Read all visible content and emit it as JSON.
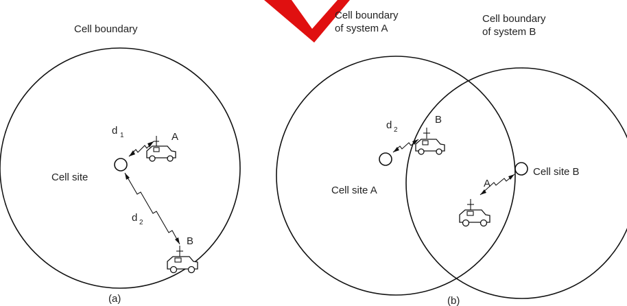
{
  "panel_a": {
    "boundary_label": "Cell boundary",
    "cell_site_label": "Cell site",
    "d1": "d",
    "d1_sub": "1",
    "d2": "d",
    "d2_sub": "2",
    "vehicle_a": "A",
    "vehicle_b": "B",
    "caption": "(a)"
  },
  "panel_b": {
    "boundary_a_line1": "Cell boundary",
    "boundary_a_line2": "of system A",
    "boundary_b_line1": "Cell boundary",
    "boundary_b_line2": "of system B",
    "cell_site_a_label": "Cell site A",
    "cell_site_b_label": "Cell site B",
    "d2": "d",
    "d2_sub": "2",
    "vehicle_a": "A",
    "vehicle_b": "B",
    "caption": "(b)"
  },
  "colors": {
    "line": "#111111",
    "watermark": "#e01010"
  }
}
